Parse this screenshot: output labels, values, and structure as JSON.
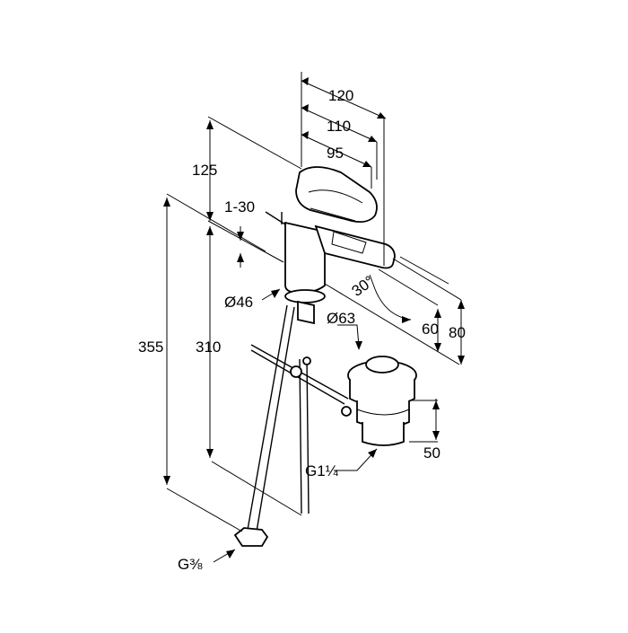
{
  "dimensions": {
    "width_120": "120",
    "width_110": "110",
    "width_95": "95",
    "height_125": "125",
    "range_1_30": "1-30",
    "dia_46": "Ø46",
    "dia_63": "Ø63",
    "height_355": "355",
    "height_310": "310",
    "angle_30": "30°",
    "height_60": "60",
    "height_80": "80",
    "height_50": "50",
    "thread_g1_1_4": "G1¼",
    "thread_g3_8": "G⅜"
  }
}
